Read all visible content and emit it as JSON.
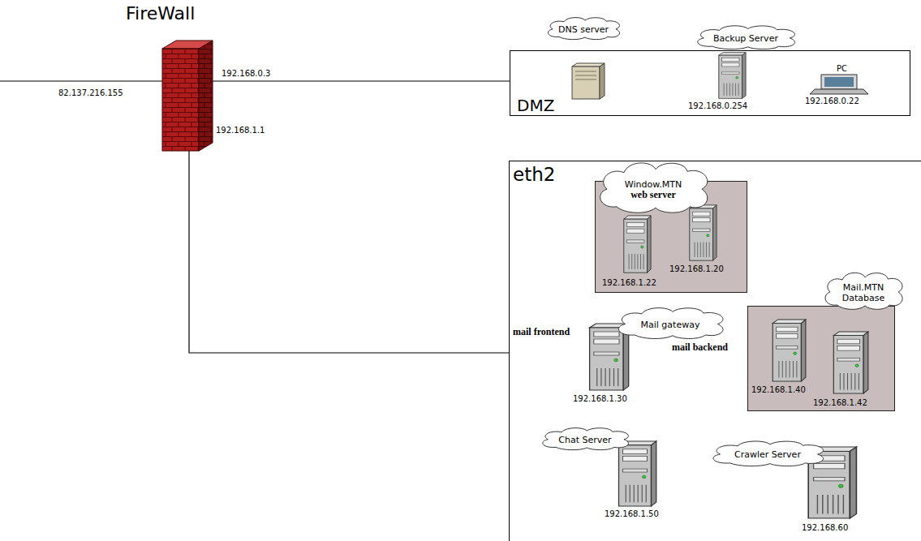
{
  "diagram": {
    "nodes": [
      {
        "text": [
          "FireWall"
        ]
      },
      {
        "text": [
          "DMZ"
        ]
      },
      {
        "text": [
          "DNS server"
        ],
        "in": 1
      },
      {
        "text": [
          "Backup Server"
        ],
        "in": 1
      },
      {
        "text": [
          "eth2"
        ]
      },
      {
        "text": [
          "192.168.1.22",
          "192.168.1.20"
        ],
        "in": 4
      },
      {
        "text": [
          "Window.MTN",
          "web server"
        ],
        "in": 5
      },
      {
        "text": [
          "Mail gateway"
        ],
        "in": 4
      },
      {
        "text": [
          "192.168.1.40",
          "192.168.1.42"
        ],
        "in": 4
      },
      {
        "text": [
          "Mail.MTN Database"
        ],
        "in": 8
      },
      {
        "text": [
          "Chat Server"
        ],
        "in": 4
      },
      {
        "text": [
          "Crawler Server"
        ],
        "in": 4
      }
    ],
    "edges": [
      {
        "from": 0,
        "to": 1,
        "arrow": "none"
      },
      {
        "from": 0,
        "to": 4,
        "arrow": "none"
      }
    ],
    "labels": [
      "82.137.216.155",
      "192.168.0.3",
      "192.168.1.1",
      "PC",
      "192.168.0.254",
      "192.168.0.22",
      "mail frontend",
      "mail backend",
      "192.168.1.30",
      "192.168.1.50",
      "192.168.60"
    ]
  }
}
